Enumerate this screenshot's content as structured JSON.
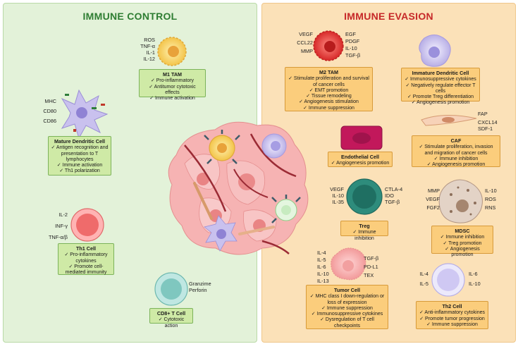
{
  "left": {
    "title": "IMMUNE CONTROL",
    "m1_tam": {
      "markers": [
        "ROS",
        "TNF-α",
        "IL-1",
        "IL-12"
      ],
      "title": "M1 TAM",
      "items": [
        "✓ Pro-inflammatory",
        "✓ Antitumor cytotoxic effects",
        "✓ Immune activation"
      ]
    },
    "mature_dc": {
      "markers": [
        "MHC",
        "CD80",
        "CD86"
      ],
      "title": "Mature Dendritic Cell",
      "items": [
        "✓ Antigen recognition and presentation to T lymphocytes",
        "✓ Immune activation",
        "✓ Th1 polarization"
      ]
    },
    "th1": {
      "markers": [
        "IL-2",
        "INF-γ",
        "TNF-α/β"
      ],
      "title": "Th1 Cell",
      "items": [
        "✓ Pro-inflammatory cytokines",
        "✓ Promote cell-mediated immunity"
      ]
    },
    "cd8": {
      "markers": [
        "Granzime",
        "Perforin"
      ],
      "title": "CD8+ T Cell",
      "items": [
        "✓ Cytotoxic action"
      ]
    }
  },
  "right": {
    "title": "IMMUNE EVASION",
    "m2_tam": {
      "markers_left": [
        "VEGF",
        "CCL22",
        "MMP"
      ],
      "markers_right": [
        "EGF",
        "PDGF",
        "IL-10",
        "TGF-β"
      ],
      "title": "M2 TAM",
      "items": [
        "✓ Stimulate proliferation and survival of cancer cells",
        "✓ EMT promotion",
        "✓ Tissue remodeling",
        "✓ Angiogenesis stimulation",
        "✓ Immune suppression"
      ]
    },
    "immature_dc": {
      "title": "Immature Dendritic Cell",
      "items": [
        "✓ Immunosuppressive cytokines",
        "✓ Negatively regulate effector T cells",
        "✓ Promote Treg differentiation",
        "✓ Angiogenesis promotion"
      ]
    },
    "endothelial": {
      "title": "Endothelial Cell",
      "items": [
        "✓ Angiogenesis promotion"
      ]
    },
    "caf": {
      "markers": [
        "FAP",
        "CXCL14",
        "SDF-1"
      ],
      "title": "CAF",
      "items": [
        "✓ Stimulate proliferation, invasion and migration of cancer cells",
        "✓ Immune inhibition",
        "✓ Angiogenesis promotion"
      ]
    },
    "treg": {
      "markers_left": [
        "VEGF",
        "IL-10",
        "IL-35"
      ],
      "markers_right": [
        "CTLA-4",
        "IDO",
        "TGF-β"
      ],
      "title": "Treg",
      "items": [
        "✓ Immune inhibition"
      ]
    },
    "mdsc": {
      "markers_left": [
        "MMP",
        "VEGF",
        "FGF2"
      ],
      "markers_right": [
        "IL-10",
        "ROS",
        "RNS"
      ],
      "title": "MDSC",
      "items": [
        "✓ Immune inhibition",
        "✓ Treg promotion",
        "✓ Angiogenesis promotion"
      ]
    },
    "tumor": {
      "markers_left": [
        "IL-4",
        "IL-5",
        "IL-6",
        "IL-10",
        "IL-13"
      ],
      "markers_right": [
        "TGF-β",
        "PD-L1",
        "TEX"
      ],
      "title": "Tumor Cell",
      "items": [
        "✓ MHC class I down-regulation or loss of expression",
        "✓ Immune suppression",
        "✓ Immunosuppressive cytokines",
        "✓ Dysregulation of T cell checkpoints"
      ]
    },
    "th2": {
      "markers_left": [
        "IL-4",
        "IL-5"
      ],
      "markers_right": [
        "IL-6",
        "IL-10"
      ],
      "title": "Th2 Cell",
      "items": [
        "✓ Anti-inflammatory cytokines",
        "✓ Promote tumor progression",
        "✓ Immune suppression"
      ]
    }
  },
  "colors": {
    "control_bg": "#e3f2d9",
    "evasion_bg": "#fbe1b8",
    "control_title": "#2e7d32",
    "evasion_title": "#c62828",
    "green_box": "#cfeaa6",
    "orange_box": "#fbcd7c"
  }
}
